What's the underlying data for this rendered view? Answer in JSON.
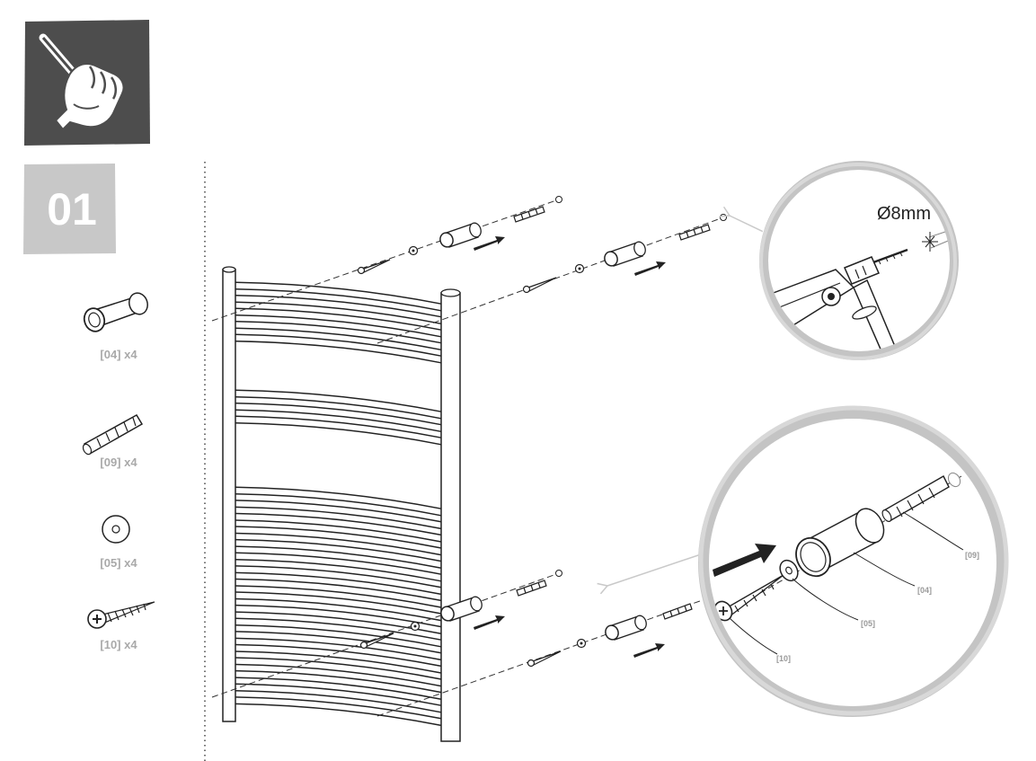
{
  "step": {
    "number": "01",
    "tool_icon": "screwdriver-in-hand-icon"
  },
  "parts": [
    {
      "label": "[04] x4",
      "icon": "spacer-sleeve-icon"
    },
    {
      "label": "[09] x4",
      "icon": "wall-plug-icon"
    },
    {
      "label": "[05] x4",
      "icon": "washer-icon"
    },
    {
      "label": "[10] x4",
      "icon": "screw-icon"
    }
  ],
  "drill_detail": {
    "diameter": "Ø8mm"
  },
  "assembly_detail": {
    "callouts": [
      "[09]",
      "[04]",
      "[05]",
      "[10]"
    ]
  },
  "colors": {
    "badge_dark": "#4d4d4d",
    "badge_light": "#c8c8c8",
    "label_grey": "#a9a9a9",
    "stroke": "#222222"
  }
}
